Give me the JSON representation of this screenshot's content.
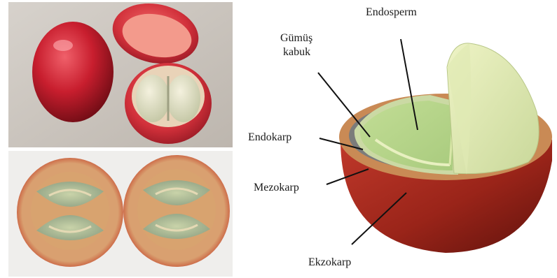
{
  "labels": {
    "endosperm": "Endosperm",
    "silver_skin_line1": "Gümüş",
    "silver_skin_line2": "kabuk",
    "endocarp": "Endokarp",
    "mesocarp": "Mezokarp",
    "exocarp": "Ekzokarp"
  },
  "colors": {
    "exocarp": "#a2281e",
    "mesocarp": "#c98a55",
    "endocarp": "#7a7a7a",
    "silver_skin": "#c8d9a0",
    "endosperm": "#b9d98e",
    "endosperm_cut": "#e3edb5"
  }
}
